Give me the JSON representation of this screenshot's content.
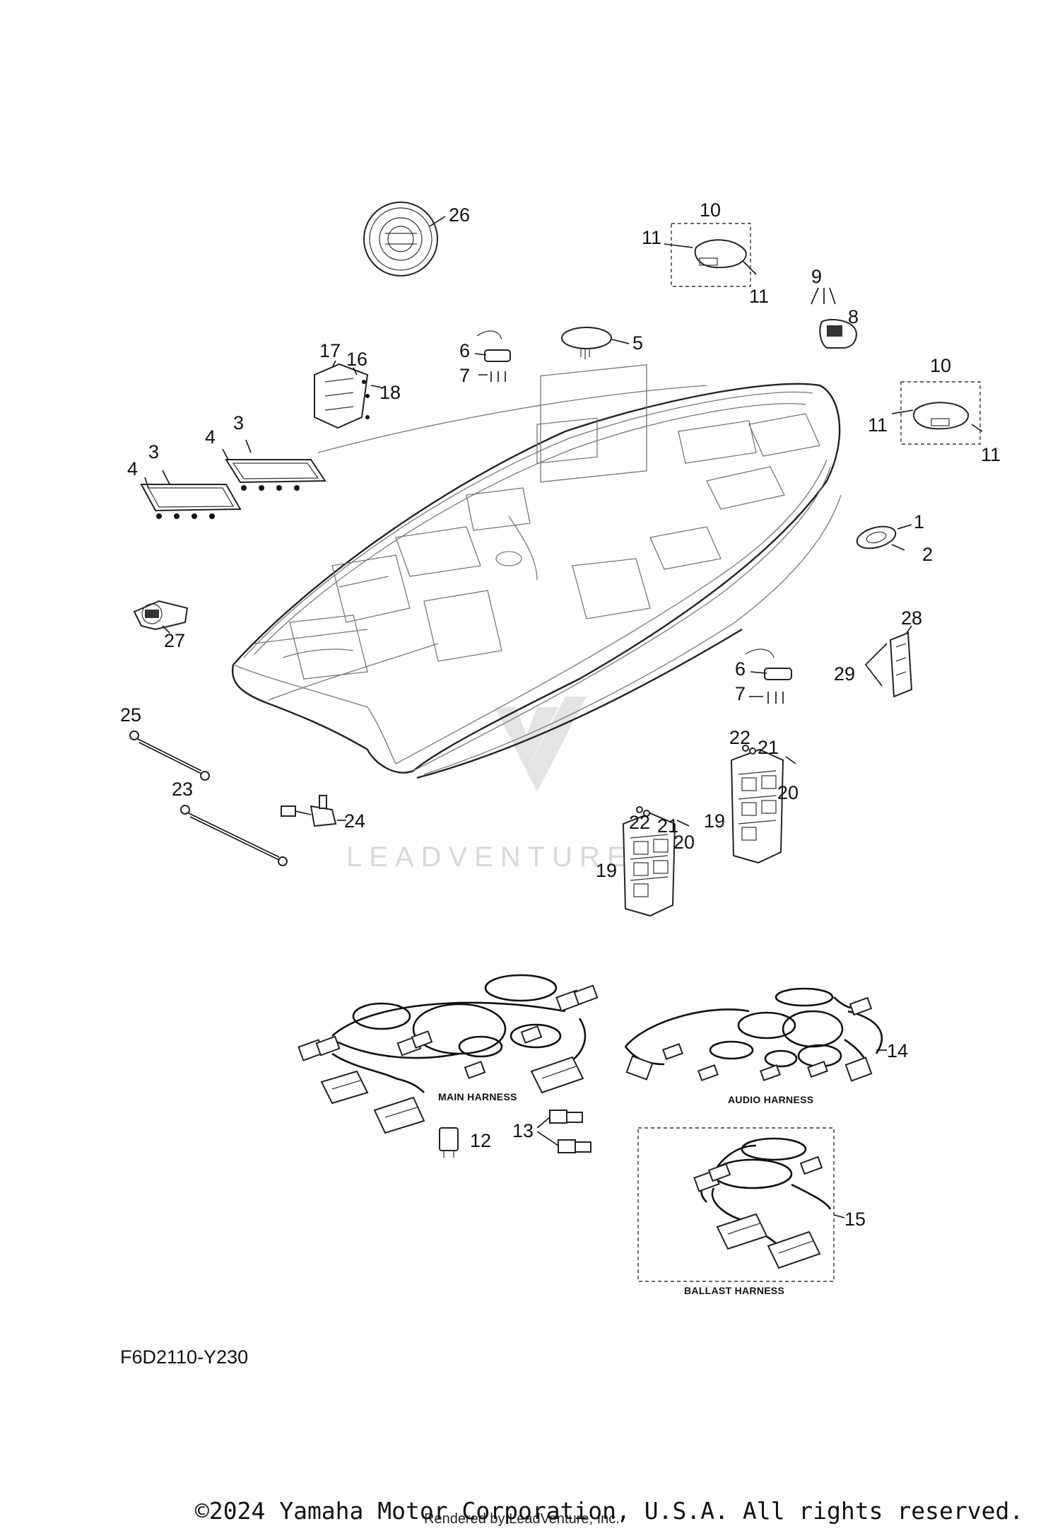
{
  "diagram_code": "F6D2110-Y230",
  "watermark": "LEADVENTURE",
  "copyright": "©2024 Yamaha Motor Corporation, U.S.A. All rights reserved.",
  "rendered_by": "Rendered by LeadVenture, Inc.",
  "harness_labels": {
    "main": "MAIN HARNESS",
    "audio": "AUDIO HARNESS",
    "ballast": "BALLAST HARNESS"
  },
  "callouts": {
    "c1": "1",
    "c2": "2",
    "c3a": "3",
    "c3b": "3",
    "c4a": "4",
    "c4b": "4",
    "c5": "5",
    "c6a": "6",
    "c6b": "6",
    "c7a": "7",
    "c7b": "7",
    "c8": "8",
    "c9": "9",
    "c10a": "10",
    "c10b": "10",
    "c11a": "11",
    "c11b": "11",
    "c11c": "11",
    "c11d": "11",
    "c12": "12",
    "c13": "13",
    "c14": "14",
    "c15": "15",
    "c16": "16",
    "c17": "17",
    "c18": "18",
    "c19a": "19",
    "c19b": "19",
    "c20a": "20",
    "c20b": "20",
    "c21a": "21",
    "c21b": "21",
    "c22a": "22",
    "c22b": "22",
    "c23": "23",
    "c24": "24",
    "c25": "25",
    "c26": "26",
    "c27": "27",
    "c28": "28",
    "c29": "29"
  }
}
